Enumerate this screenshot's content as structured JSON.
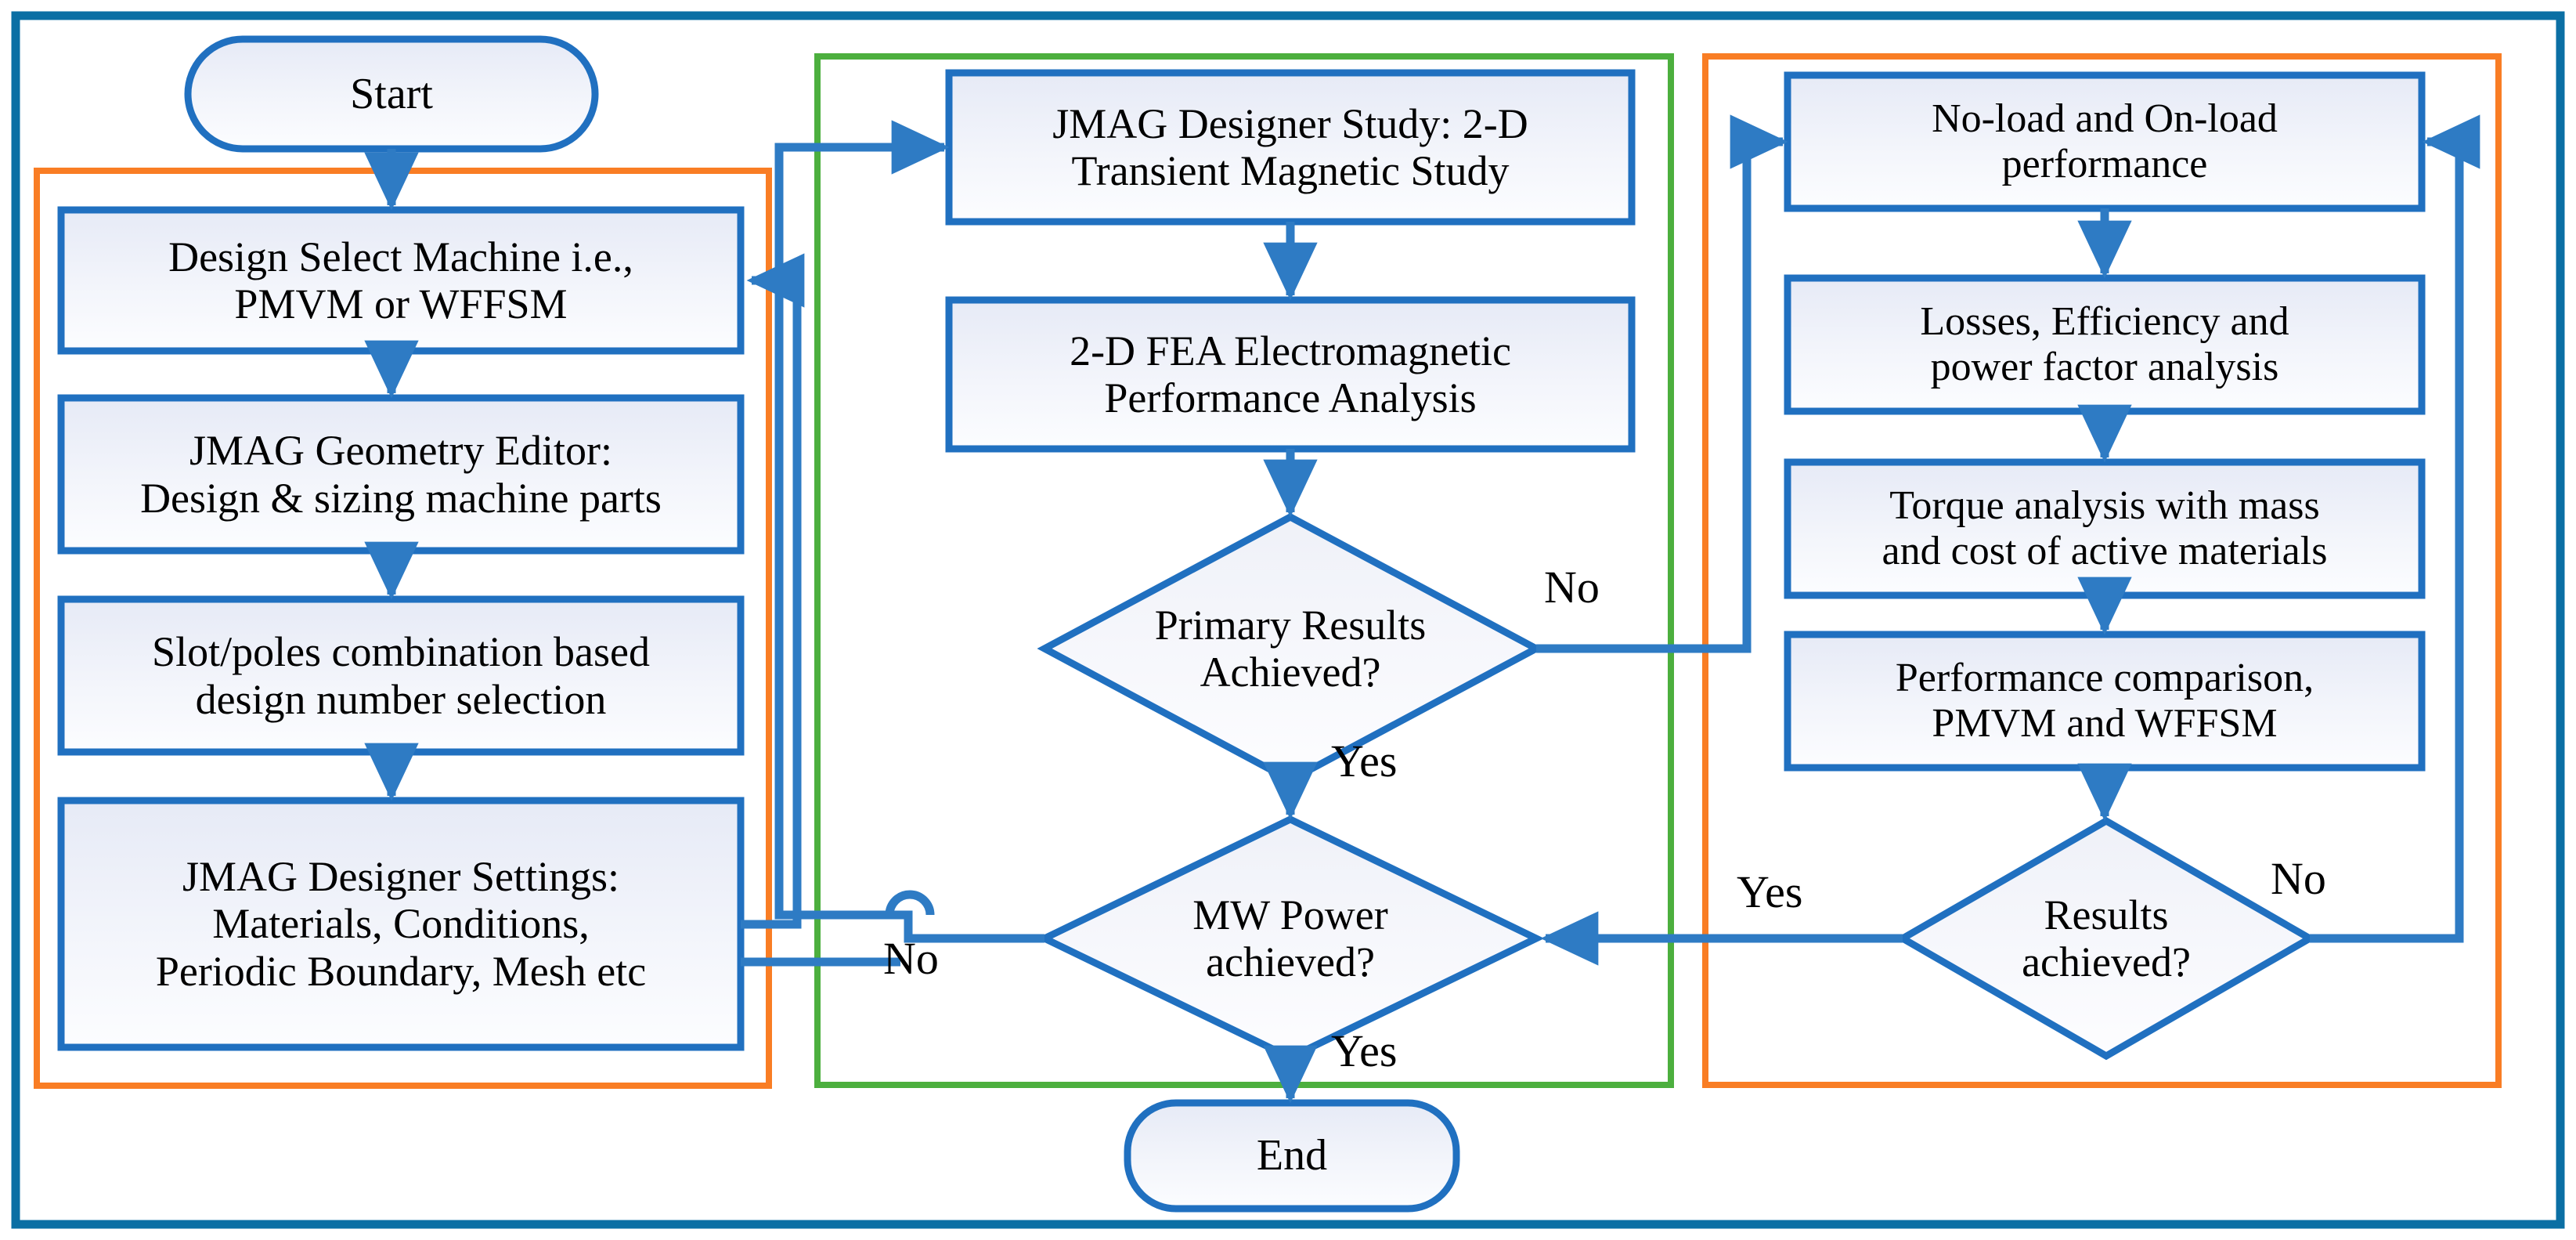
{
  "diagram": {
    "title": "Machine design and FEA analysis flowchart",
    "colors": {
      "outer_frame": "#0B6FA4",
      "group_left": "#F97D24",
      "group_middle": "#4CAF3E",
      "group_right": "#F97D24",
      "node_border": "#2070C0",
      "node_fill_top": "#E8ECF7",
      "node_fill_bottom": "#FBFCFE",
      "connector": "#2E7BC4",
      "text": "#000000"
    },
    "terminators": [
      {
        "id": "start",
        "label": "Start"
      },
      {
        "id": "end",
        "label": "End"
      }
    ],
    "groups": [
      {
        "id": "group-left",
        "color": "#F97D24"
      },
      {
        "id": "group-middle",
        "color": "#4CAF3E"
      },
      {
        "id": "group-right",
        "color": "#F97D24"
      }
    ],
    "left_column": [
      {
        "id": "design-select-machine",
        "label": "Design Select Machine i.e.,\nPMVM or WFFSM"
      },
      {
        "id": "jmag-geometry-editor",
        "label": "JMAG Geometry Editor:\nDesign & sizing machine parts"
      },
      {
        "id": "slot-poles-combination",
        "label": "Slot/poles combination based\ndesign number selection"
      },
      {
        "id": "jmag-designer-settings",
        "label": "JMAG Designer Settings:\nMaterials, Conditions,\nPeriodic Boundary, Mesh etc"
      }
    ],
    "middle_column": [
      {
        "id": "jmag-designer-study",
        "label": "JMAG Designer Study: 2-D\nTransient Magnetic Study"
      },
      {
        "id": "fea-electromagnetic",
        "label": "2-D FEA Electromagnetic\nPerformance Analysis"
      }
    ],
    "middle_decisions": [
      {
        "id": "primary-results-achieved",
        "label": "Primary Results\nAchieved?"
      },
      {
        "id": "mw-power-achieved",
        "label": "MW Power\nachieved?"
      }
    ],
    "right_column": [
      {
        "id": "no-load-on-load",
        "label": "No-load and On-load\nperformance"
      },
      {
        "id": "losses-efficiency",
        "label": "Losses, Efficiency and\npower factor analysis"
      },
      {
        "id": "torque-analysis",
        "label": "Torque analysis with mass\nand cost of active materials"
      },
      {
        "id": "performance-comparison",
        "label": "Performance comparison,\nPMVM and WFFSM"
      }
    ],
    "right_decisions": [
      {
        "id": "results-achieved",
        "label": "Results\nachieved?"
      }
    ],
    "edge_labels": [
      {
        "id": "primary-results-no",
        "text": "No"
      },
      {
        "id": "primary-results-yes",
        "text": "Yes"
      },
      {
        "id": "mw-power-no",
        "text": "No"
      },
      {
        "id": "mw-power-yes",
        "text": "Yes"
      },
      {
        "id": "results-achieved-yes",
        "text": "Yes"
      },
      {
        "id": "results-achieved-no",
        "text": "No"
      }
    ]
  }
}
